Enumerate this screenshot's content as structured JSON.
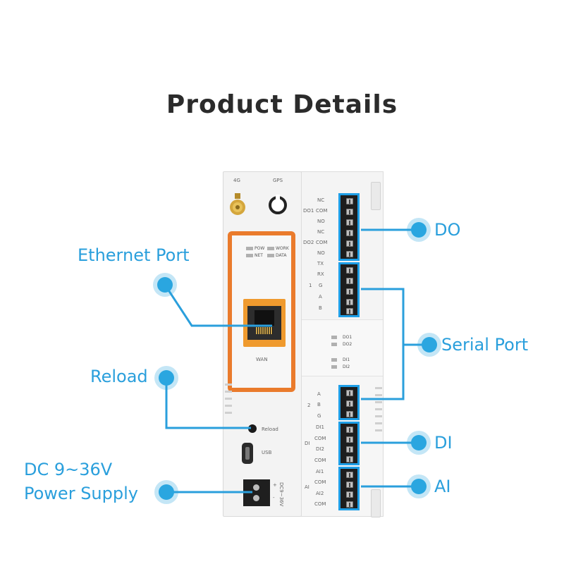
{
  "title": "Product Details",
  "device": {
    "antenna_4g_label": "4G",
    "gps_label": "GPS",
    "leds": [
      "POW",
      "WORK",
      "NET",
      "DATA"
    ],
    "wan_label": "WAN",
    "reload_label": "Reload",
    "usb_label": "USB",
    "power_label": "DC9~36V",
    "power_plus": "+",
    "power_minus": "-",
    "status_leds": [
      "DO1",
      "DO2",
      "DI1",
      "DI2"
    ],
    "terminal_labels_top": [
      "NC",
      "COM",
      "NO",
      "NC",
      "COM",
      "NO",
      "TX",
      "RX",
      "G",
      "A",
      "B"
    ],
    "terminal_group_labels_top": [
      "DO1",
      "DO2",
      "1"
    ],
    "terminal_labels_bottom": [
      "A",
      "B",
      "G",
      "DI1",
      "COM",
      "DI2",
      "COM",
      "AI1",
      "COM",
      "AI2",
      "COM"
    ],
    "terminal_group_labels_bottom": [
      "2",
      "DI",
      "AI"
    ]
  },
  "callouts": {
    "ethernet": "Ethernet Port",
    "reload": "Reload",
    "power_line1": "DC 9~36V",
    "power_line2": "Power Supply",
    "do": "DO",
    "serial": "Serial Port",
    "di": "DI",
    "ai": "AI"
  },
  "colors": {
    "accent_blue": "#2a9fdc",
    "orange": "#ea7b2c",
    "title": "#2b2b2b"
  }
}
